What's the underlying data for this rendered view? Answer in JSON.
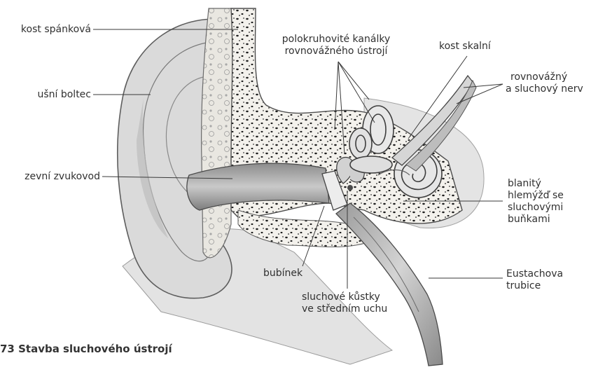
{
  "labels": {
    "temporal_bone": "kost spánková",
    "auricle": "ušní boltec",
    "ear_canal": "zevní zvukovod",
    "canals_line1": "polokruhovité kanálky",
    "canals_line2": "rovnovážného ústrojí",
    "petrous_bone": "kost skalní",
    "nerve_line1": "rovnovážný",
    "nerve_line2": "a sluchový nerv",
    "cochlea_line1": "blanitý",
    "cochlea_line2": "hlemýžď se",
    "cochlea_line3": "sluchovými",
    "cochlea_line4": "buňkami",
    "eardrum": "bubínek",
    "ossicles_line1": "sluchové kůstky",
    "ossicles_line2": "ve středním uchu",
    "eustachian_line1": "Eustachova",
    "eustachian_line2": "trubice"
  },
  "caption": "73 Stavba sluchového ústrojí",
  "colors": {
    "ink": "#3a3a3a",
    "shade": "#cfcfcf",
    "bone": "#e6e4de",
    "dots": "#1e1e1e"
  }
}
